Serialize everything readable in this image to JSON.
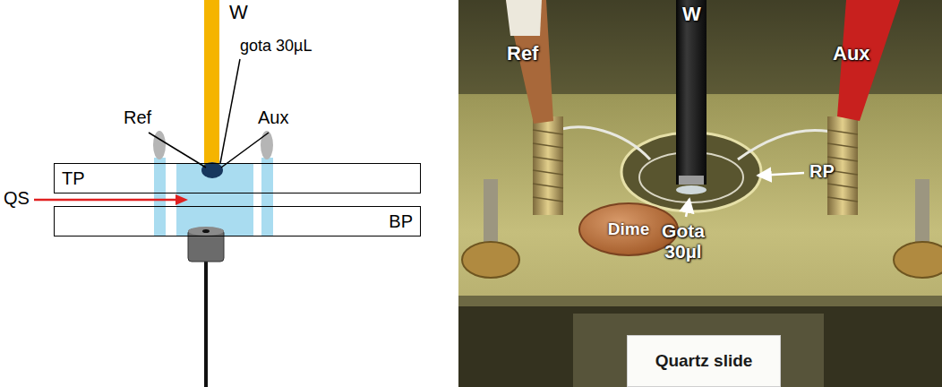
{
  "diagram": {
    "nodes": [
      {
        "text": [
          "TP"
        ]
      },
      {
        "text": [
          "BP"
        ]
      },
      {
        "text": [
          "Dime"
        ]
      },
      {
        "text": [
          "Quartz slide"
        ]
      }
    ],
    "labels": [
      "W",
      "gota 30µL",
      "Ref",
      "Aux",
      "QS",
      "Ref",
      "W",
      "Aux",
      "RP",
      "Gota 30µl"
    ]
  }
}
